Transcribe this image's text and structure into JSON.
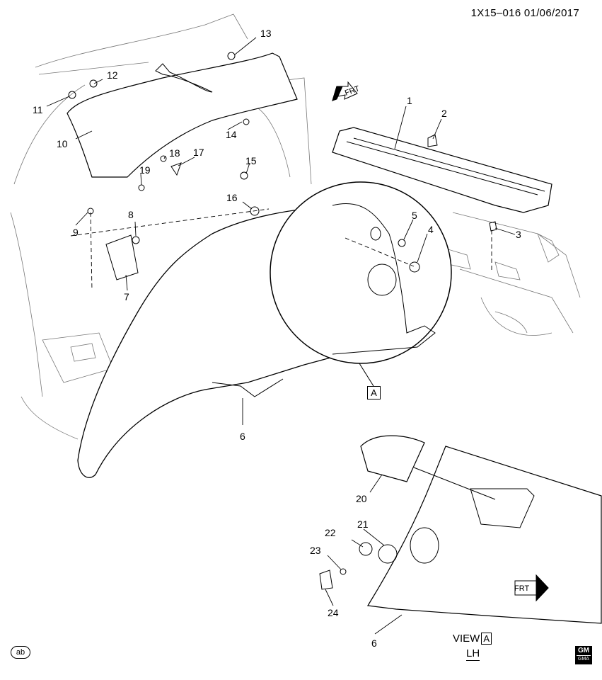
{
  "header": {
    "ref": "1X15–016 01/06/2017"
  },
  "callouts": [
    {
      "n": "1"
    },
    {
      "n": "2"
    },
    {
      "n": "3"
    },
    {
      "n": "4"
    },
    {
      "n": "5"
    },
    {
      "n": "6"
    },
    {
      "n": "6"
    },
    {
      "n": "7"
    },
    {
      "n": "8"
    },
    {
      "n": "9"
    },
    {
      "n": "10"
    },
    {
      "n": "11"
    },
    {
      "n": "12"
    },
    {
      "n": "13"
    },
    {
      "n": "14"
    },
    {
      "n": "15"
    },
    {
      "n": "16"
    },
    {
      "n": "17"
    },
    {
      "n": "18"
    },
    {
      "n": "19"
    },
    {
      "n": "20"
    },
    {
      "n": "21"
    },
    {
      "n": "22"
    },
    {
      "n": "23"
    },
    {
      "n": "24"
    }
  ],
  "detail_label": "A",
  "frt_label": "FRT",
  "view": {
    "label": "VIEW",
    "letter": "A",
    "side": "LH"
  },
  "corner_badge": "ab",
  "logo": {
    "main": "GM",
    "sub": "GMA"
  }
}
